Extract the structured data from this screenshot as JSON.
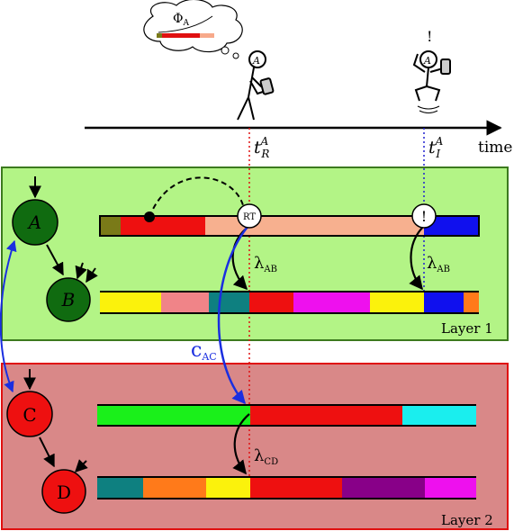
{
  "time_axis": {
    "label": "time",
    "t_r": {
      "base": "t",
      "sup": "A",
      "sub": "R"
    },
    "t_i": {
      "base": "t",
      "sup": "A",
      "sub": "I"
    }
  },
  "thought": {
    "phi": "Φ",
    "phi_sub": "A"
  },
  "figures": {
    "left_badge": "A",
    "right_badge": "A",
    "exclaim": "!"
  },
  "layers": [
    {
      "label": "Layer 1",
      "fill": "#b3f486",
      "stroke": "#3c7a1e",
      "nodes": [
        {
          "name": "A",
          "fill": "#106b10"
        },
        {
          "name": "B",
          "fill": "#106b10"
        }
      ]
    },
    {
      "label": "Layer 2",
      "fill": "#d98888",
      "stroke": "#e01010",
      "nodes": [
        {
          "name": "C",
          "fill": "#ee1010"
        },
        {
          "name": "D",
          "fill": "#ee1010"
        }
      ]
    }
  ],
  "markers": {
    "rt": "RT",
    "alert": "!"
  },
  "rates": {
    "ab_1": {
      "base": "λ",
      "sub": "AB"
    },
    "ab_2": {
      "base": "λ",
      "sub": "AB"
    },
    "cd": {
      "base": "λ",
      "sub": "CD"
    },
    "ac": {
      "base": "c",
      "sub": "AC"
    }
  },
  "colors": {
    "time_r_dotted": "#e01010",
    "time_i_dotted": "#2020d0",
    "ac_link": "#1a2ee0"
  },
  "bars": {
    "A": [
      "olive",
      "red",
      "salmon",
      "blue"
    ],
    "B": [
      "yellow",
      "pink",
      "teal",
      "red",
      "magenta",
      "yellow",
      "blue",
      "orange"
    ],
    "C": [
      "green",
      "red",
      "cyan"
    ],
    "D": [
      "teal",
      "orange",
      "yellow",
      "red",
      "purple",
      "magenta"
    ]
  }
}
